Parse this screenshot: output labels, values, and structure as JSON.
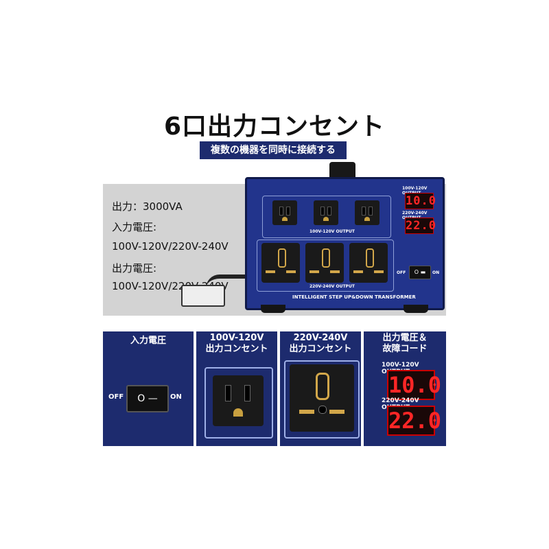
{
  "header": {
    "title": "6口出力コンセント",
    "subtitle": "複数の機器を同時に接続する"
  },
  "specs": [
    "出力：3000VA",
    "入力電圧:",
    "100V-120V/220V-240V",
    "出力電圧:",
    "100V-120V/220V-240V"
  ],
  "device": {
    "lcd_top_label": "100V-120V OUTPUT",
    "lcd_top_value": "10.0",
    "lcd_bottom_label": "220V-240V OUTPUT",
    "lcd_bottom_value": "22.0",
    "us_outputs_label": "100V-120V OUTPUT",
    "uni_outputs_label": "220V-240V OUTPUT",
    "brand_line": "INTELLIGENT STEP UP&DOWN TRANSFORMER",
    "switch_off": "OFF",
    "switch_on": "ON",
    "colors": {
      "body": "#22348c",
      "display": "#ff2626"
    }
  },
  "panels": {
    "input_voltage": {
      "heading": "入力電圧",
      "off_label": "OFF",
      "on_label": "ON",
      "switch_glyph": "O —"
    },
    "us_outlet": {
      "heading_line1": "100V-120V",
      "heading_line2": "出力コンセント"
    },
    "uni_outlet": {
      "heading_line1": "220V-240V",
      "heading_line2": "出力コンセント"
    },
    "display": {
      "heading_line1": "出力電圧＆",
      "heading_line2": "故障コード",
      "top_label": "100V-120V OUTPUT",
      "top_value": "10.0",
      "bottom_label": "220V-240V OUTPUT",
      "bottom_value": "22.0"
    }
  }
}
